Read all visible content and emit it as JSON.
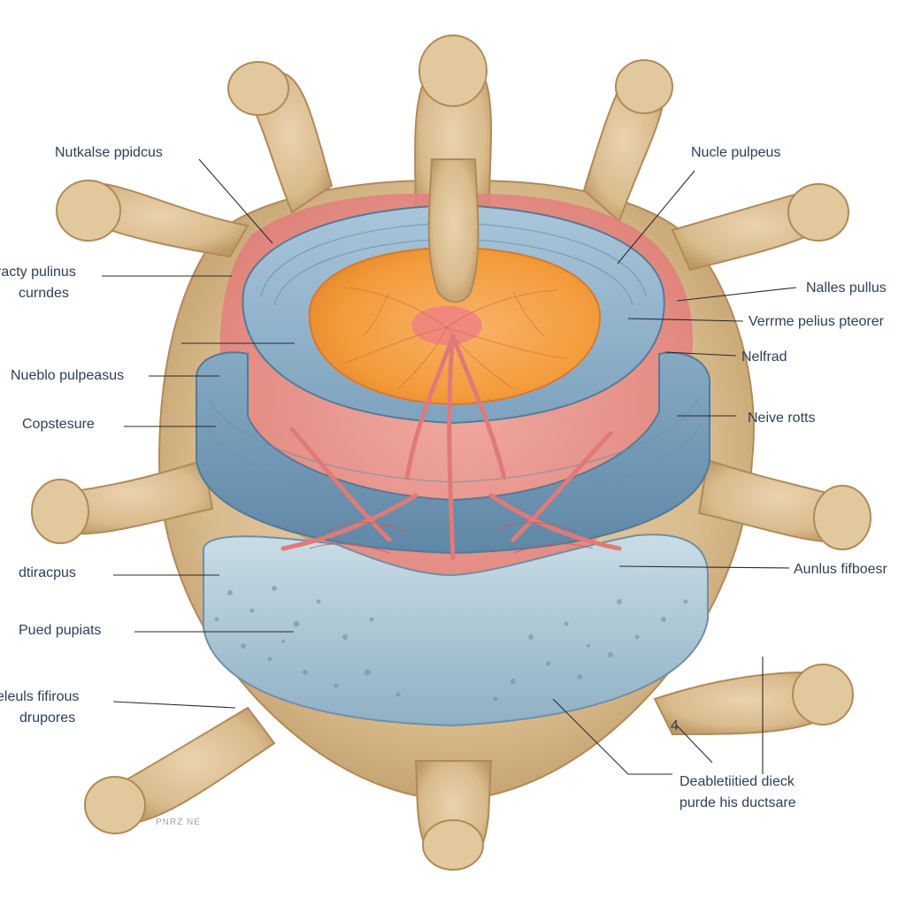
{
  "labels": {
    "top_left": "Nutkalse ppidcus",
    "top_right": "Nucle pulpeus",
    "left_1_line1": "racty pulinus",
    "left_1_line2": "curndes",
    "left_2": "Nueblo pulpeasus",
    "left_3": "Copstesure",
    "left_4": "dtiracpus",
    "left_5": "Pued pupiats",
    "left_6_line1": "eleuls fifirous",
    "left_6_line2": "drupores",
    "right_1": "Nalles pullus",
    "right_2": "Verrme pelius pteorer",
    "right_3": "Nelfrad",
    "right_4": "Neive rotts",
    "right_5": "Aunlus fifboesr",
    "bottom_right_line1": "Deabletiitied dieck",
    "bottom_right_line2": "purde his ductsare",
    "bottom_right_marker": "4",
    "watermark": "PNRZ NE"
  },
  "colors": {
    "bone": "#dcc095",
    "bone_shadow": "#b8935f",
    "disc_blue": "#8fb2cb",
    "disc_blue_dark": "#6f94b0",
    "nucleus_orange": "#f4a94a",
    "tissue_pink": "#e88a88",
    "label_text": "#2e3f55"
  }
}
